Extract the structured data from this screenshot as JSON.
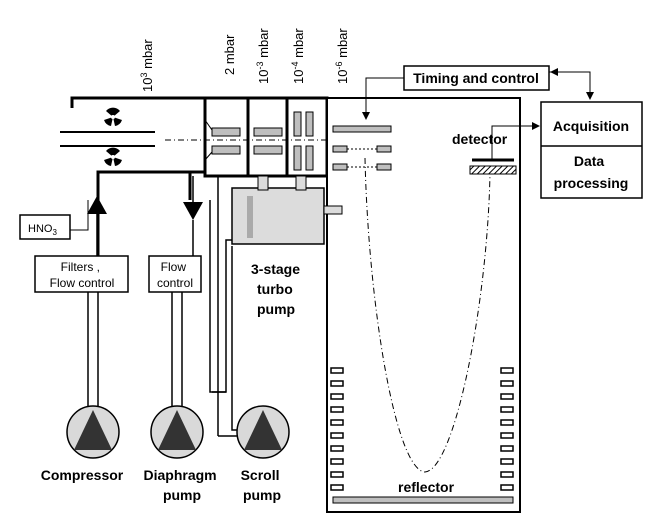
{
  "pressures": {
    "p1_base": "10",
    "p1_exp": "3",
    "p1_unit": "mbar",
    "p2_label": "2 mbar",
    "p3_base": "10",
    "p3_exp": "-3",
    "p3_unit": "mbar",
    "p4_base": "10",
    "p4_exp": "-4",
    "p4_unit": "mbar",
    "p5_base": "10",
    "p5_exp": "-6",
    "p5_unit": "mbar"
  },
  "boxes": {
    "timing": "Timing and control",
    "acquisition": "Acquisition",
    "data_line1": "Data",
    "data_line2": "processing",
    "hno3_base": "HNO",
    "hno3_sub": "3",
    "filters_line1": "Filters ,",
    "filters_line2": "Flow control",
    "flow_line1": "Flow",
    "flow_line2": "control"
  },
  "labels": {
    "detector": "detector",
    "turbo_line1": "3-stage",
    "turbo_line2": "turbo",
    "turbo_line3": "pump",
    "reflector": "reflector",
    "compressor": "Compressor",
    "diaphragm_line1": "Diaphragm",
    "diaphragm_line2": "pump",
    "scroll_line1": "Scroll",
    "scroll_line2": "pump"
  },
  "icons": {
    "radiation": "radiation-icon",
    "pump": "pump-triangle-icon",
    "flow_up": "flow-arrow-up-icon",
    "flow_down": "flow-arrow-down-icon"
  },
  "colors": {
    "pump_fill": "#d9d9d9",
    "turbo_fill": "#dcdcdc",
    "plate_fill": "#bfbfbf",
    "triangle_fill": "#333333"
  }
}
